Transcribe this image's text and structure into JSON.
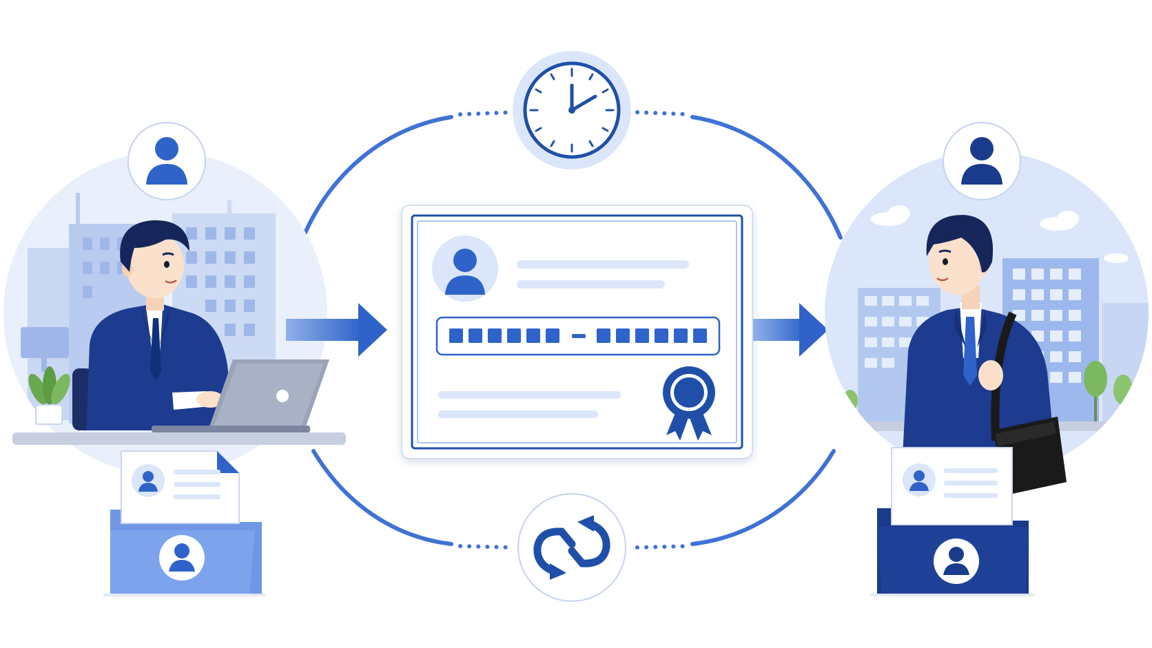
{
  "scene": {
    "description_free": true,
    "colors": {
      "primary": "#1f4fa8",
      "navy": "#1a3a8c",
      "accent": "#3a6fd8",
      "light": "#dbe6fa",
      "pale": "#eef3fd",
      "border": "#c9d6ef",
      "skin": "#fbe1cc",
      "hair": "#16265a"
    }
  },
  "nodes": {
    "left_person": {
      "role": "person-at-laptop",
      "icon": "user-icon"
    },
    "right_person": {
      "role": "person-with-bag",
      "icon": "user-icon"
    },
    "top": {
      "icon": "clock-icon"
    },
    "bottom": {
      "icon": "sync-icon"
    },
    "card": {
      "icon": "id-card",
      "code_segments": [
        6,
        6
      ],
      "badge": "award-ribbon-icon"
    },
    "left_folder": {
      "icon": "user-folder-icon"
    },
    "right_folder": {
      "icon": "user-folder-icon"
    }
  }
}
